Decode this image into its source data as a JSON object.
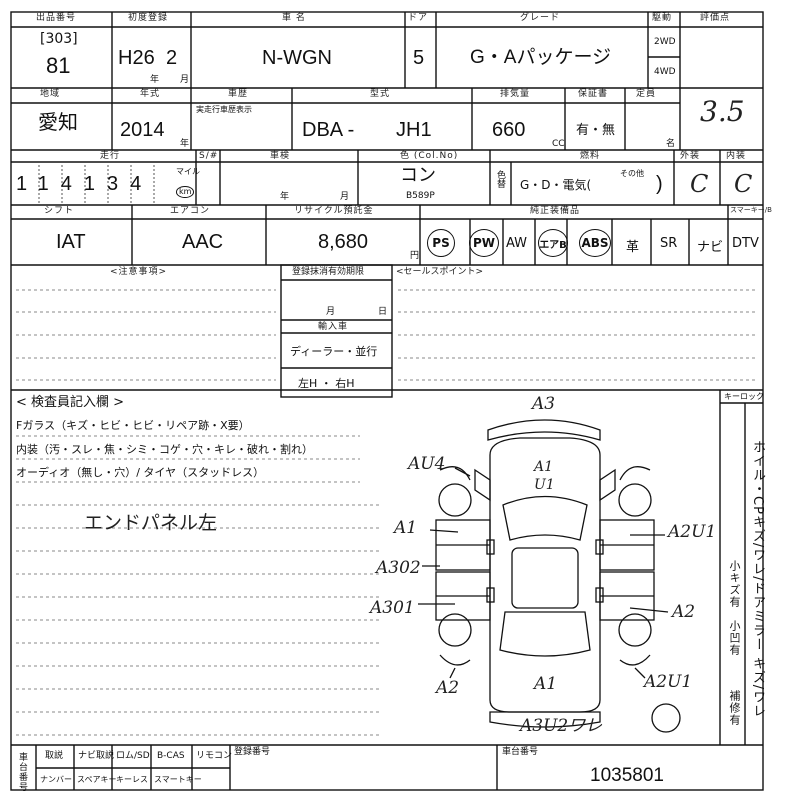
{
  "headers": {
    "lot": "出品番号",
    "first_reg": "初度登録",
    "car_name": "車 名",
    "doors": "ドア",
    "grade": "グレード",
    "drive": "駆動",
    "score": "評価点",
    "region": "地域",
    "year": "年式",
    "history": "車歴",
    "model": "型式",
    "displacement": "排気量",
    "warranty": "保証書",
    "capacity": "定員",
    "mileage": "走行",
    "mileage_unit": "S/#",
    "inspection": "車検",
    "color": "色 (Col.No)",
    "fuel": "燃料",
    "exterior": "外装",
    "interior": "内装",
    "shift": "シフト",
    "ac": "エアコン",
    "recycle": "リサイクル預託金",
    "equipment": "純正装備品",
    "smartkey": "スマーキー/B",
    "notes": "<注意事項>",
    "reg_expiry": "登録抹消有効期限",
    "import": "輸入車",
    "sale_points": "<セールスポイント>",
    "inspector": "< 検査員記入欄 >",
    "keylock": "キーロック",
    "dealer": "車台番号"
  },
  "values": {
    "lot_prefix": "[303]",
    "lot_no": "81",
    "era": "H26",
    "month": "2",
    "year_unit": "年",
    "month_unit": "月",
    "car_name": "N-WGN",
    "doors": "5",
    "grade": "G・Aパッケージ",
    "drive_2wd": "2WD",
    "drive_4wd": "4WD",
    "score": "3.5",
    "region": "愛知",
    "year": "2014",
    "year_label": "年",
    "history_label": "実走行車歴表示",
    "model_prefix": "DBA -",
    "model": "JH1",
    "displacement": "660",
    "cc": "CC",
    "warranty": "有・無",
    "capacity_unit": "名",
    "mileage": "114134",
    "mile_label": "マイル",
    "km_label": "km",
    "insp_year": "年",
    "insp_month": "月",
    "color": "コン",
    "color_code": "B589P",
    "color_change": "色替",
    "fuel": "G・D・電気(",
    "fuel_other": "その他",
    "fuel_close": ")",
    "exterior": "C",
    "interior": "C",
    "shift": "IAT",
    "ac": "AAC",
    "recycle": "8,680",
    "yen": "円",
    "equip": [
      "PS",
      "PW",
      "AW",
      "エアB",
      "ABS",
      "革",
      "SR",
      "ナビ",
      "DTV"
    ],
    "reg_month": "月",
    "reg_day": "日",
    "import_type": "ディーラー・並行",
    "handle": "左H ・ 右H",
    "chassis_no": "1035801"
  },
  "inspector": {
    "line1": "Fガラス（キズ・ヒビ・ヒビ・リペア跡・X要）",
    "line2": "内装（汚・スレ・焦・シミ・コゲ・穴・キレ・破れ・割れ）",
    "line3": "オーディオ（無し・穴）/ タイヤ（スタッドレス）",
    "handwritten": "エンドパネル左"
  },
  "side_column": "ホイル・CPキズ/ワレ/ドアミラー キズ/ワレ",
  "side_small": [
    "小キズ有",
    "小凹有",
    "補修有"
  ],
  "diagram_marks": {
    "front": "A3",
    "roof": "A1",
    "roof2": "U1",
    "lf": "AU4",
    "l1": "A1",
    "l2": "A302",
    "l3": "A301",
    "lr": "A2",
    "rf": "A2U1",
    "r2": "A2",
    "rr": "A2U1",
    "rear": "A1",
    "rear2": "A3U2ワレ"
  },
  "bottom": {
    "ki": [
      "取説",
      "ナビ取説",
      "ロム/SD",
      "B-CAS",
      "リモコン"
    ],
    "ki2": [
      "ナンバー",
      "スペアキー",
      "キーレス",
      "スマートキー"
    ],
    "reg_no": "登録番号",
    "chassis": "車台番号"
  }
}
